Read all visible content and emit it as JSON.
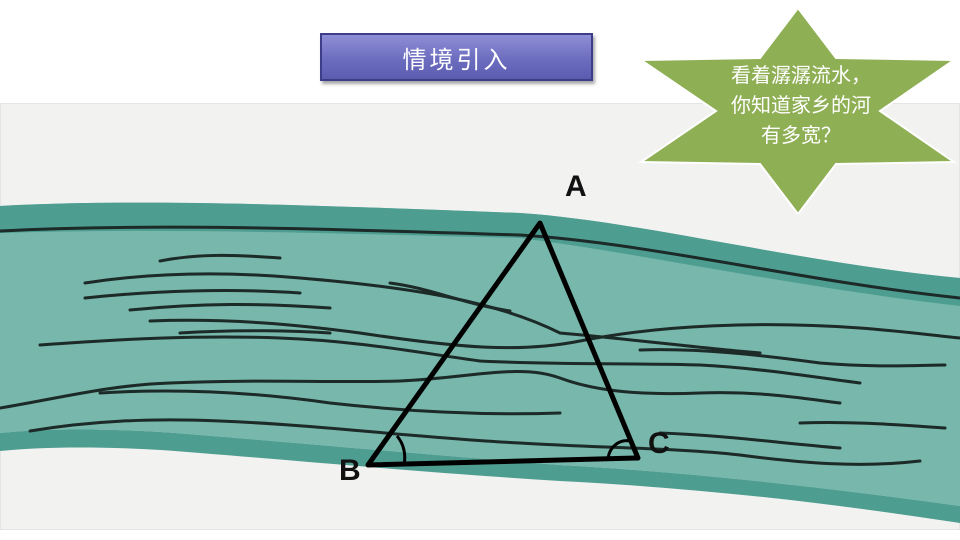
{
  "slide": {
    "title": "情境引入",
    "callout": {
      "lines": [
        "看着潺潺流水，",
        "你知道家乡的河",
        "有多宽？"
      ]
    },
    "diagram": {
      "points": {
        "a": "A",
        "b": "B",
        "c": "C"
      }
    },
    "colors": {
      "title_bg": "#6d6dc0",
      "callout_bg": "#8faf55",
      "river": "#78b7ab",
      "river_bank": "#3e8f84"
    }
  }
}
